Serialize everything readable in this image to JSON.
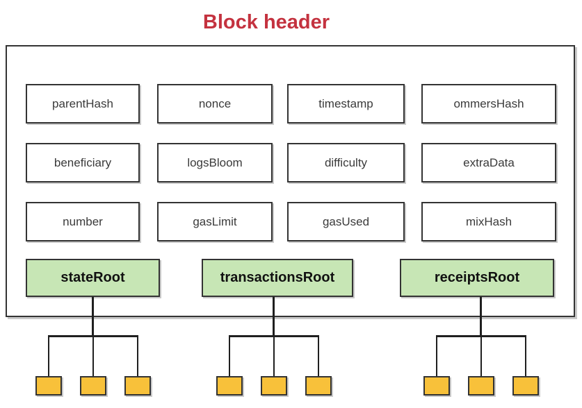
{
  "title": "Block header",
  "colors": {
    "title_red": "#c4323f",
    "root_green": "#c7e6b5",
    "leaf_orange": "#f8c13a",
    "line_black": "#1f1f1f",
    "border_dark": "#333333"
  },
  "block_header": {
    "field_rows": [
      [
        "parentHash",
        "nonce",
        "timestamp",
        "ommersHash"
      ],
      [
        "beneficiary",
        "logsBloom",
        "difficulty",
        "extraData"
      ],
      [
        "number",
        "gasLimit",
        "gasUsed",
        "mixHash"
      ]
    ],
    "roots": [
      {
        "label": "stateRoot",
        "leaves": 3
      },
      {
        "label": "transactionsRoot",
        "leaves": 3
      },
      {
        "label": "receiptsRoot",
        "leaves": 3
      }
    ]
  }
}
